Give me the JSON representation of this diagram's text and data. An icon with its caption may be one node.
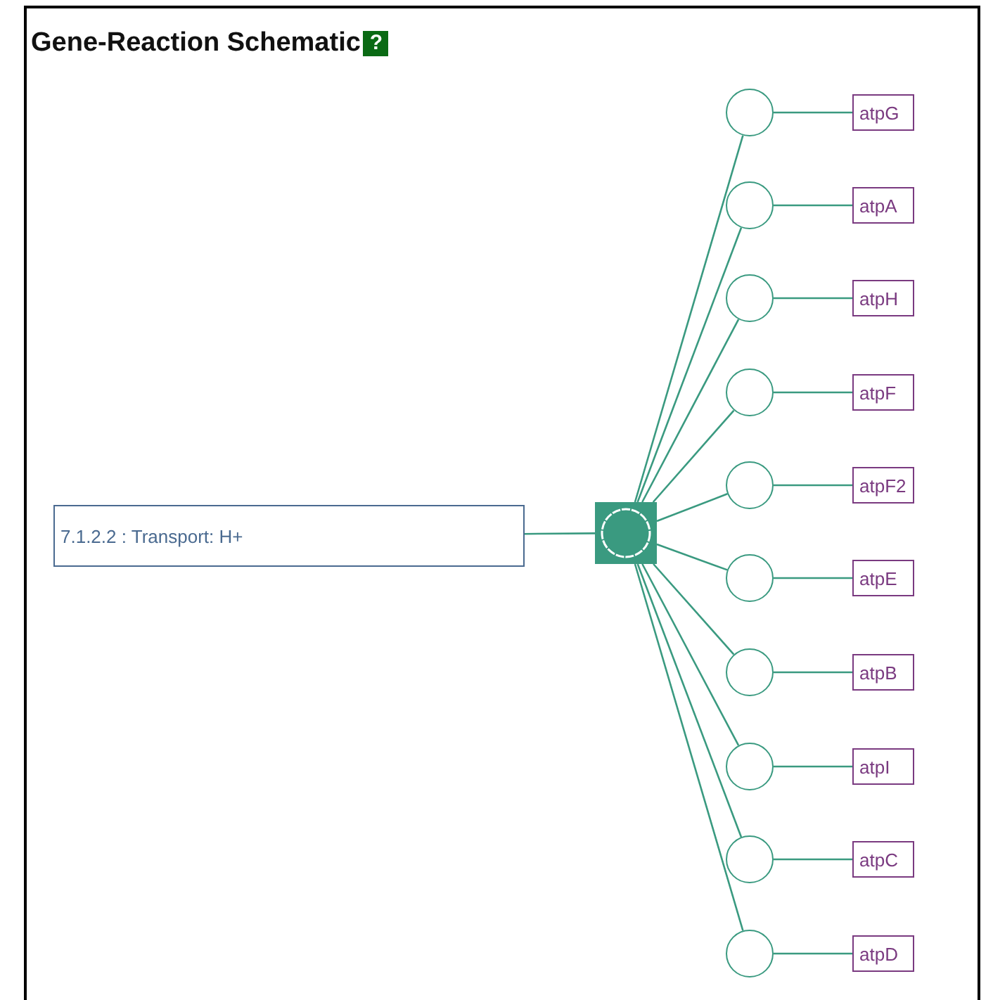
{
  "diagram": {
    "title": "Gene-Reaction Schematic",
    "nodes": [
      {
        "text": [
          "7.1.2.2 : Transport: H+"
        ]
      },
      {
        "text": [],
        "shape": "box"
      },
      {
        "text": [],
        "shape": "circle"
      },
      {
        "text": [],
        "shape": "circle"
      },
      {
        "text": [],
        "shape": "circle"
      },
      {
        "text": [],
        "shape": "circle"
      },
      {
        "text": [],
        "shape": "circle"
      },
      {
        "text": [],
        "shape": "circle"
      },
      {
        "text": [],
        "shape": "circle"
      },
      {
        "text": [],
        "shape": "circle"
      },
      {
        "text": [],
        "shape": "circle"
      },
      {
        "text": [],
        "shape": "circle"
      },
      {
        "text": [
          "atpG"
        ]
      },
      {
        "text": [
          "atpA"
        ]
      },
      {
        "text": [
          "atpH"
        ]
      },
      {
        "text": [
          "atpF"
        ]
      },
      {
        "text": [
          "atpF2"
        ]
      },
      {
        "text": [
          "atpE"
        ]
      },
      {
        "text": [
          "atpB"
        ]
      },
      {
        "text": [
          "atpI"
        ]
      },
      {
        "text": [
          "atpC"
        ]
      },
      {
        "text": [
          "atpD"
        ]
      }
    ],
    "edges": [
      {
        "from": 0,
        "to": 1,
        "arrow": "none"
      },
      {
        "from": 1,
        "to": 2,
        "arrow": "none"
      },
      {
        "from": 1,
        "to": 3,
        "arrow": "none"
      },
      {
        "from": 1,
        "to": 4,
        "arrow": "none"
      },
      {
        "from": 1,
        "to": 5,
        "arrow": "none"
      },
      {
        "from": 1,
        "to": 6,
        "arrow": "none"
      },
      {
        "from": 1,
        "to": 7,
        "arrow": "none"
      },
      {
        "from": 1,
        "to": 8,
        "arrow": "none"
      },
      {
        "from": 1,
        "to": 9,
        "arrow": "none"
      },
      {
        "from": 1,
        "to": 10,
        "arrow": "none"
      },
      {
        "from": 1,
        "to": 11,
        "arrow": "none"
      },
      {
        "from": 2,
        "to": 12,
        "arrow": "none"
      },
      {
        "from": 3,
        "to": 13,
        "arrow": "none"
      },
      {
        "from": 4,
        "to": 14,
        "arrow": "none"
      },
      {
        "from": 5,
        "to": 15,
        "arrow": "none"
      },
      {
        "from": 6,
        "to": 16,
        "arrow": "none"
      },
      {
        "from": 7,
        "to": 17,
        "arrow": "none"
      },
      {
        "from": 8,
        "to": 18,
        "arrow": "none"
      },
      {
        "from": 9,
        "to": 19,
        "arrow": "none"
      },
      {
        "from": 10,
        "to": 20,
        "arrow": "none"
      },
      {
        "from": 11,
        "to": 21,
        "arrow": "none"
      }
    ],
    "labels": [
      "?"
    ]
  }
}
